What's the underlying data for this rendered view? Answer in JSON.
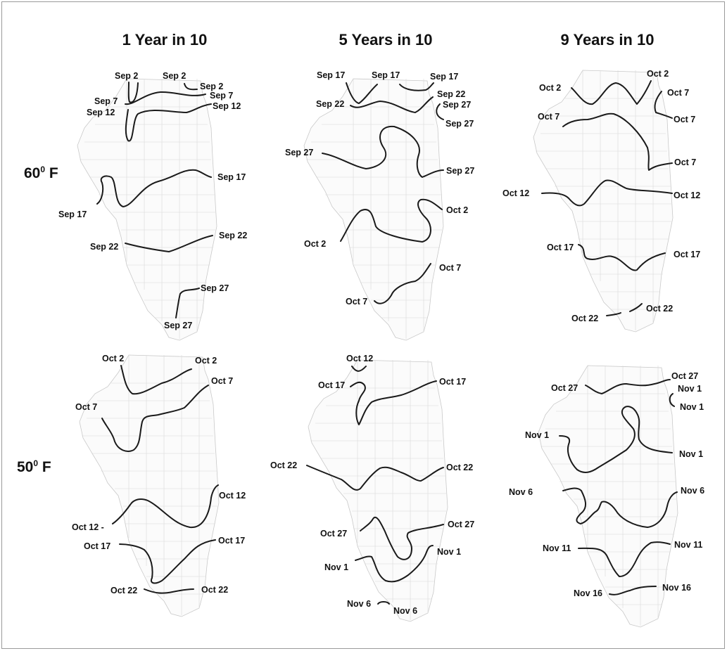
{
  "columns": [
    "1 Year in 10",
    "5 Years in 10",
    "9 Years in 10"
  ],
  "rows": [
    {
      "degrees": "60",
      "unit": "F"
    },
    {
      "degrees": "50",
      "unit": "F"
    }
  ],
  "panels": {
    "r1c1": [
      "Sep 2",
      "Sep 2",
      "Sep 2",
      "Sep 7",
      "Sep 7",
      "Sep 12",
      "Sep 12",
      "Sep 17",
      "Sep 17",
      "Sep 22",
      "Sep 22",
      "Sep 27",
      "Sep 27"
    ],
    "r1c2": [
      "Sep 17",
      "Sep 17",
      "Sep 17",
      "Sep 22",
      "Sep 22",
      "Sep 27",
      "Sep 27",
      "Sep 27",
      "Sep 27",
      "Oct 2",
      "Oct 2",
      "Oct 7",
      "Oct 7"
    ],
    "r1c3": [
      "Oct 2",
      "Oct 2",
      "Oct 7",
      "Oct 7",
      "Oct 7",
      "Oct 7",
      "Oct 12",
      "Oct 12",
      "Oct 17",
      "Oct 17",
      "Oct 22",
      "Oct 22"
    ],
    "r2c1": [
      "Oct 2",
      "Oct 2",
      "Oct 7",
      "Oct 7",
      "Oct 12",
      "Oct 12 -",
      "Oct 17",
      "Oct 17",
      "Oct 22",
      "Oct 22"
    ],
    "r2c2": [
      "Oct 12",
      "Oct 17",
      "Oct 17",
      "Oct 22",
      "Oct 22",
      "Oct 27",
      "Oct 27",
      "Nov 1",
      "Nov 1",
      "Nov 6",
      "Nov 6"
    ],
    "r2c3": [
      "Oct 27",
      "Oct 27",
      "Nov 1",
      "Nov 1",
      "Nov 1",
      "Nov 1",
      "Nov 6",
      "Nov 6",
      "Nov 11",
      "Nov 11",
      "Nov 16",
      "Nov 16"
    ]
  }
}
